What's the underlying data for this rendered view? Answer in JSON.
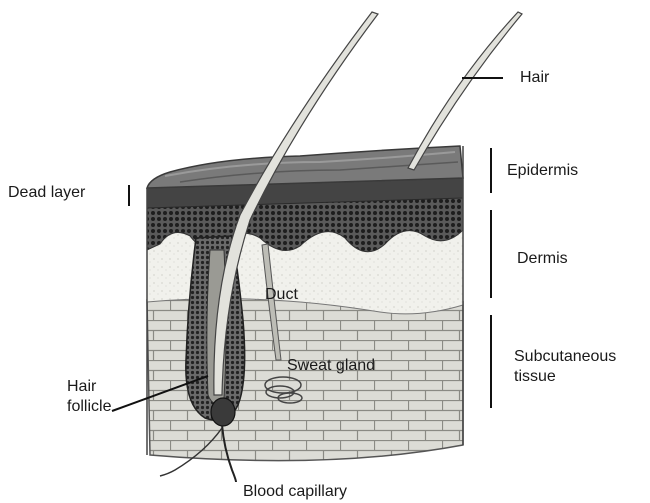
{
  "labels": {
    "hair": "Hair",
    "epidermis": "Epidermis",
    "dead_layer": "Dead layer",
    "dermis": "Dermis",
    "duct": "Duct",
    "subcutaneous_line1": "Subcutaneous",
    "subcutaneous_line2": "tissue",
    "sweat_gland": "Sweat gland",
    "hair_follicle_line1": "Hair",
    "hair_follicle_line2": "follicle",
    "blood_capillary": "Blood capillary"
  },
  "colors": {
    "epidermis_top": "#6b6b6b",
    "dead_layer_band": "#4a4a4a",
    "dotted_layer": "#2f2f2f",
    "dermis": "#efefe9",
    "subcutaneous": "#d9d9d4",
    "hair": "#d8d8d0",
    "ink": "#1a1a1a"
  }
}
